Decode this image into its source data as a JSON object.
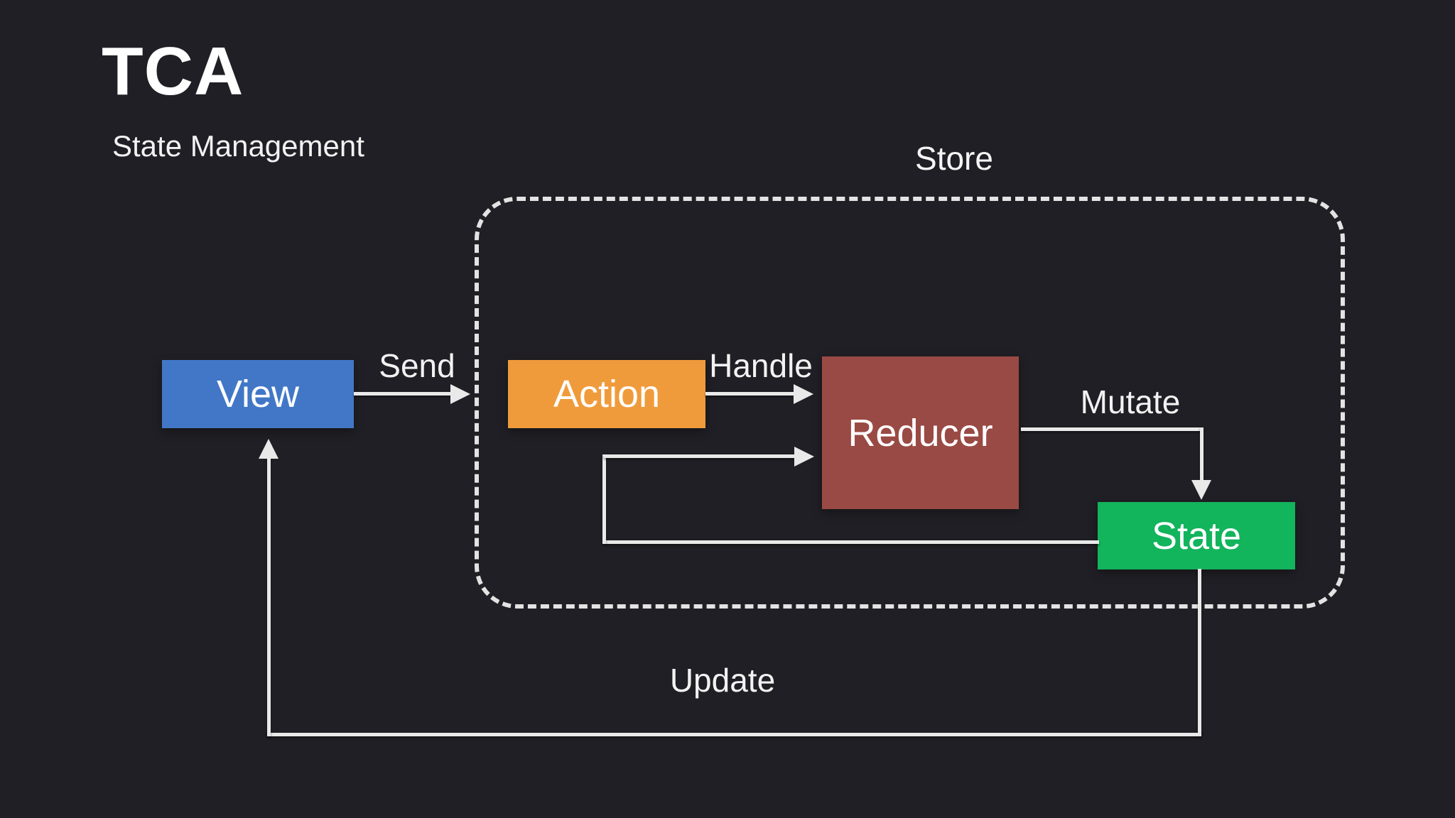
{
  "title": "TCA",
  "subtitle": "State Management",
  "store": {
    "label": "Store"
  },
  "nodes": [
    {
      "id": "view",
      "label": "View",
      "color": "#4277c7"
    },
    {
      "id": "action",
      "label": "Action",
      "color": "#f09b3b"
    },
    {
      "id": "reducer",
      "label": "Reducer",
      "color": "#9a4a44"
    },
    {
      "id": "state",
      "label": "State",
      "color": "#12b45c"
    }
  ],
  "edges": [
    {
      "from": "view",
      "to": "action",
      "label": "Send"
    },
    {
      "from": "action",
      "to": "reducer",
      "label": "Handle"
    },
    {
      "from": "reducer",
      "to": "state",
      "label": "Mutate"
    },
    {
      "from": "state",
      "to": "reducer",
      "label": ""
    },
    {
      "from": "state",
      "to": "view",
      "label": "Update"
    }
  ],
  "colors": {
    "background": "#201f25",
    "line": "#e9e9e9",
    "text": "#ffffff",
    "store_border": "#e3e3e3"
  }
}
